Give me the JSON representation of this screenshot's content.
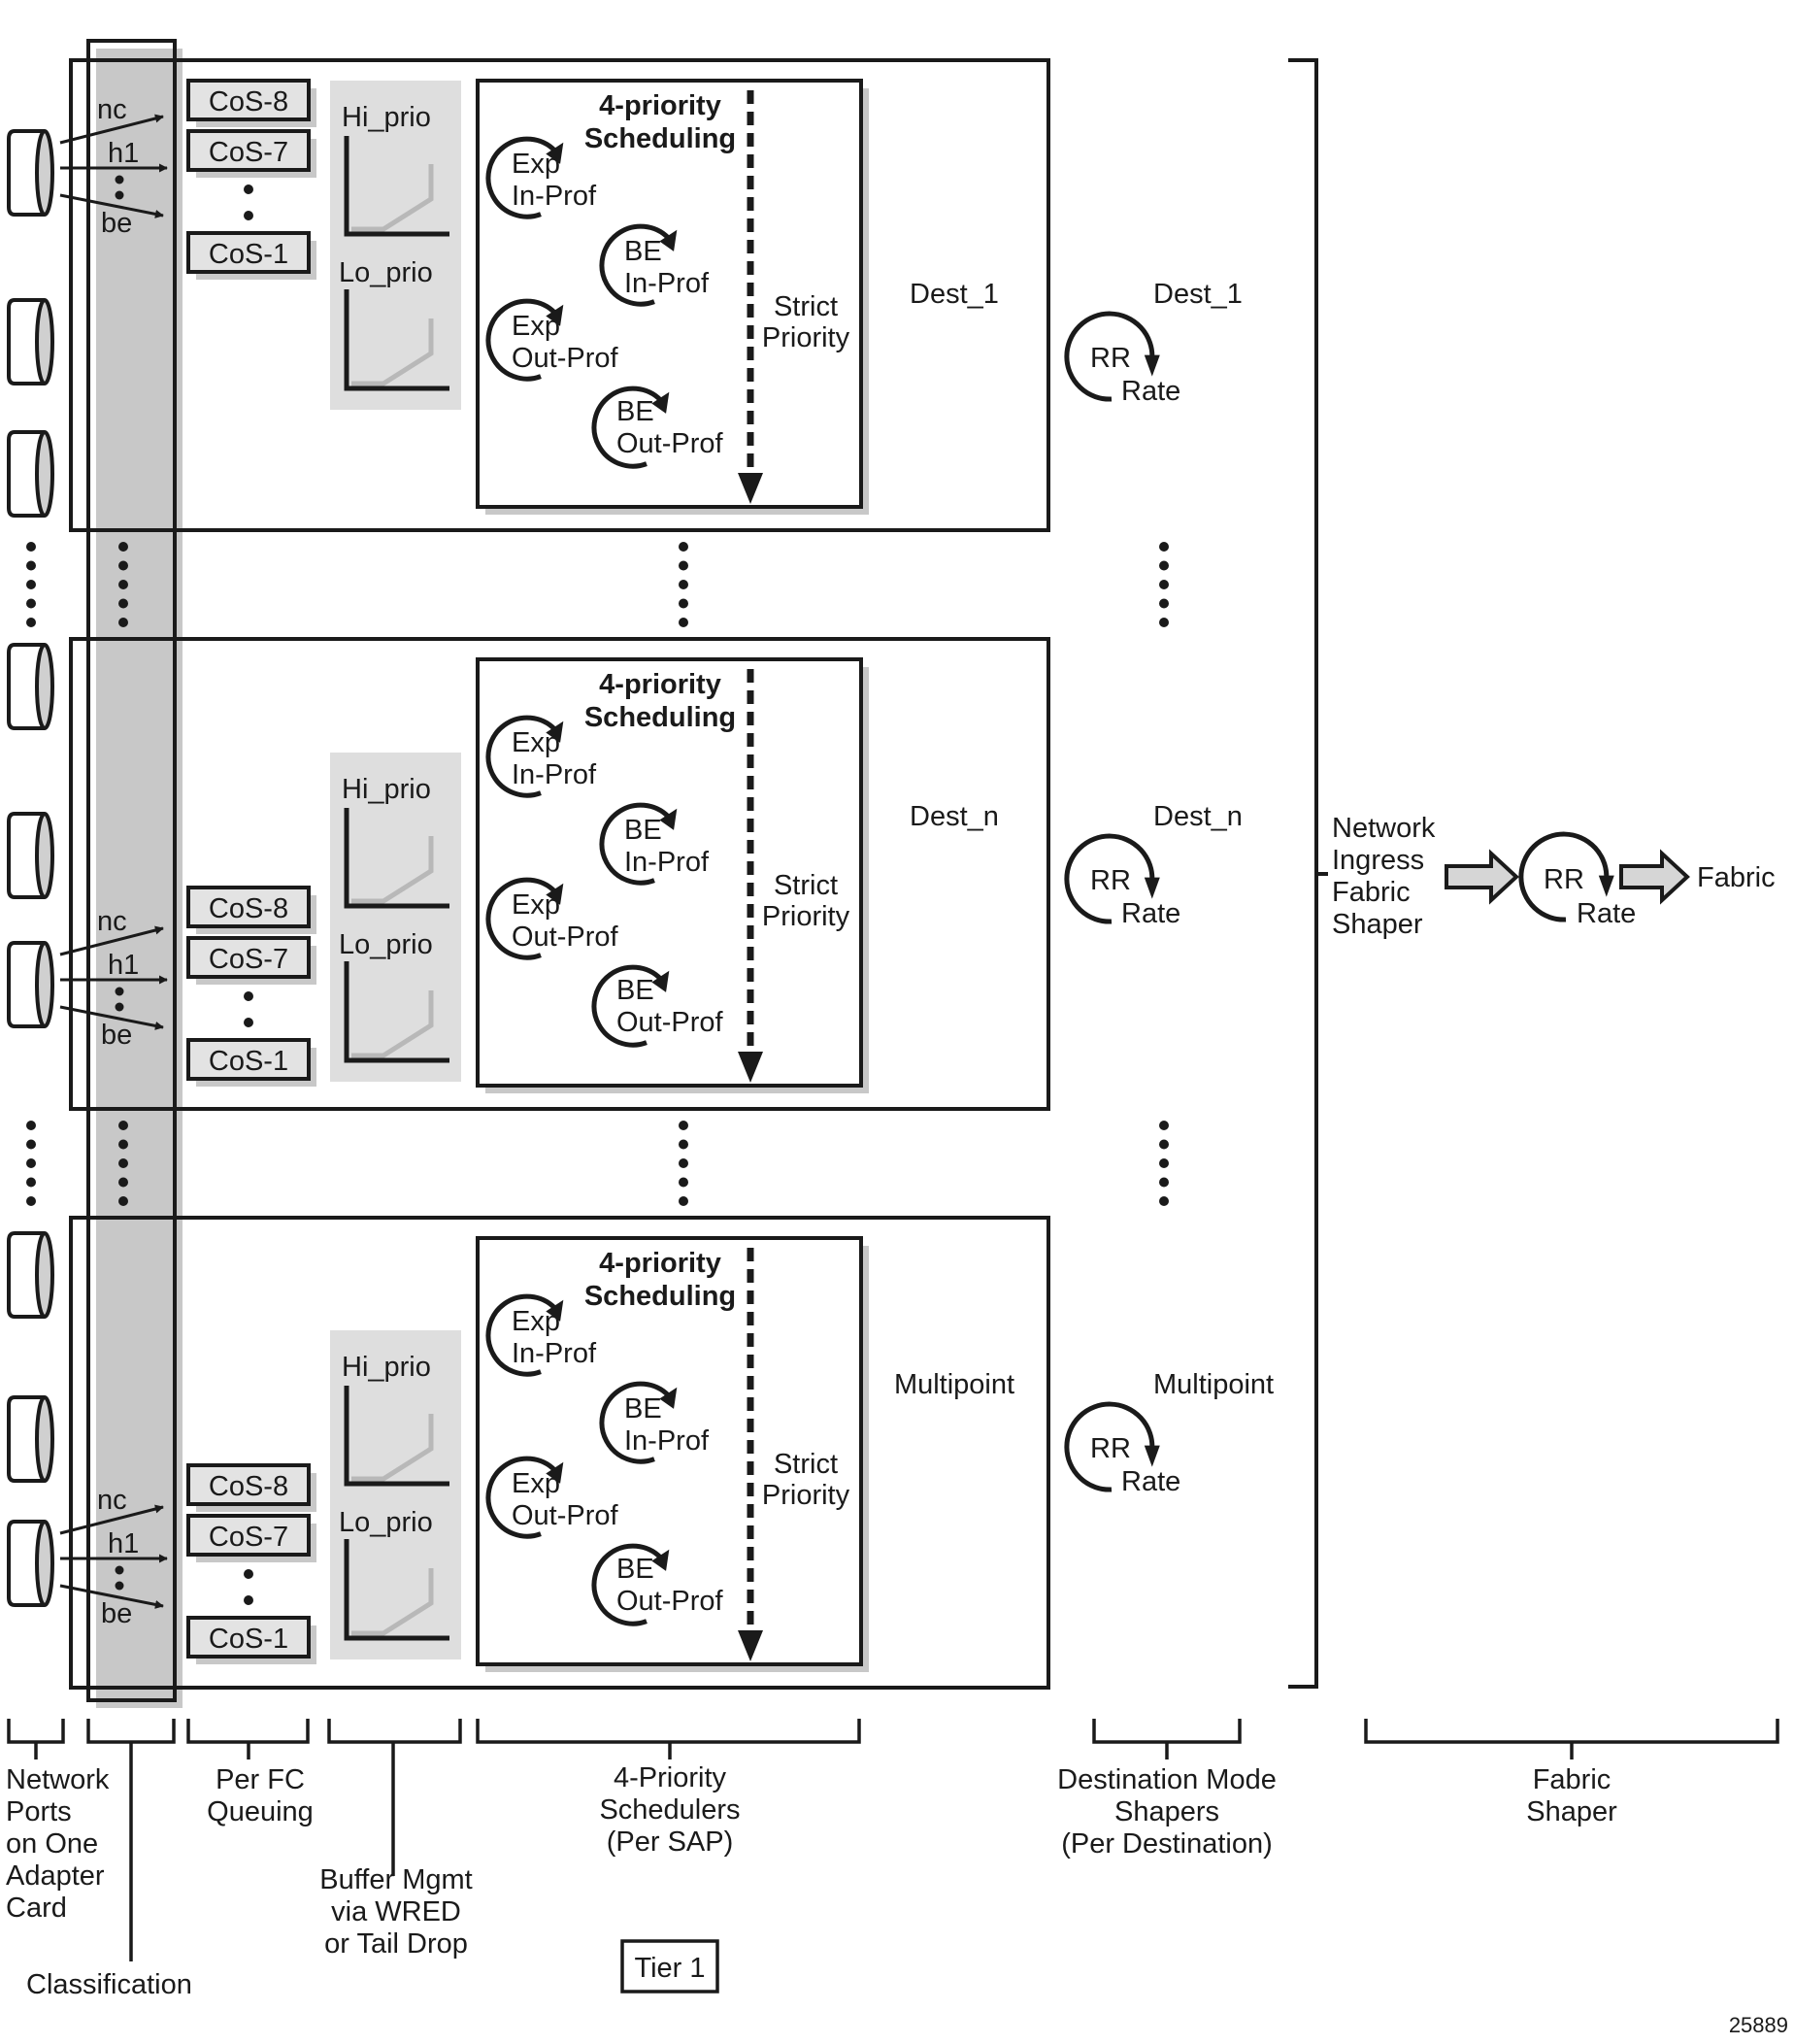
{
  "figure_id": "25889",
  "sections": [
    {
      "id": "dest-1",
      "classifier_labels": [
        "nc",
        "h1",
        "be"
      ],
      "queues": [
        "CoS-8",
        "CoS-7",
        "CoS-1"
      ],
      "buffer": {
        "hi": "Hi_prio",
        "lo": "Lo_prio"
      },
      "scheduler": {
        "title_line1": "4-priority",
        "title_line2": "Scheduling",
        "items": [
          {
            "line1": "Exp",
            "line2": "In-Prof"
          },
          {
            "line1": "BE",
            "line2": "In-Prof"
          },
          {
            "line1": "Exp",
            "line2": "Out-Prof"
          },
          {
            "line1": "BE",
            "line2": "Out-Prof"
          }
        ],
        "strict_line1": "Strict",
        "strict_line2": "Priority"
      },
      "dest_label": "Dest_1",
      "shaper": {
        "label": "Dest_1",
        "rr": "RR",
        "rate": "Rate"
      }
    },
    {
      "id": "dest-n",
      "classifier_labels": [
        "nc",
        "h1",
        "be"
      ],
      "queues": [
        "CoS-8",
        "CoS-7",
        "CoS-1"
      ],
      "buffer": {
        "hi": "Hi_prio",
        "lo": "Lo_prio"
      },
      "scheduler": {
        "title_line1": "4-priority",
        "title_line2": "Scheduling",
        "items": [
          {
            "line1": "Exp",
            "line2": "In-Prof"
          },
          {
            "line1": "BE",
            "line2": "In-Prof"
          },
          {
            "line1": "Exp",
            "line2": "Out-Prof"
          },
          {
            "line1": "BE",
            "line2": "Out-Prof"
          }
        ],
        "strict_line1": "Strict",
        "strict_line2": "Priority"
      },
      "dest_label": "Dest_n",
      "shaper": {
        "label": "Dest_n",
        "rr": "RR",
        "rate": "Rate"
      }
    },
    {
      "id": "multipoint",
      "classifier_labels": [
        "nc",
        "h1",
        "be"
      ],
      "queues": [
        "CoS-8",
        "CoS-7",
        "CoS-1"
      ],
      "buffer": {
        "hi": "Hi_prio",
        "lo": "Lo_prio"
      },
      "scheduler": {
        "title_line1": "4-priority",
        "title_line2": "Scheduling",
        "items": [
          {
            "line1": "Exp",
            "line2": "In-Prof"
          },
          {
            "line1": "BE",
            "line2": "In-Prof"
          },
          {
            "line1": "Exp",
            "line2": "Out-Prof"
          },
          {
            "line1": "BE",
            "line2": "Out-Prof"
          }
        ],
        "strict_line1": "Strict",
        "strict_line2": "Priority"
      },
      "dest_label": "Multipoint",
      "shaper": {
        "label": "Multipoint",
        "rr": "RR",
        "rate": "Rate"
      }
    }
  ],
  "fabric": {
    "label_lines": [
      "Network",
      "Ingress",
      "Fabric",
      "Shaper"
    ],
    "rr": "RR",
    "rate": "Rate",
    "output": "Fabric"
  },
  "legend": {
    "ports": [
      "Network",
      "Ports",
      "on One",
      "Adapter",
      "Card"
    ],
    "classification": [
      "Classification"
    ],
    "queuing": [
      "Per FC",
      "Queuing"
    ],
    "buffer": [
      "Buffer Mgmt",
      "via WRED",
      "or Tail Drop"
    ],
    "schedulers": [
      "4-Priority",
      "Schedulers",
      "(Per SAP)"
    ],
    "tier": "Tier 1",
    "dest_shapers": [
      "Destination Mode",
      "Shapers",
      "(Per Destination)"
    ],
    "fabric_shaper": [
      "Fabric",
      "Shaper"
    ]
  },
  "colors": {
    "ink": "#1a1a1a",
    "shadow": "#c8c8c8",
    "queue_fill": "#e3e3e3",
    "buffer_fill": "#dedede",
    "curve": "#b8b8b8",
    "cylinder_face": "#d0d0d0",
    "arrow_fill": "#d6d6d6"
  }
}
